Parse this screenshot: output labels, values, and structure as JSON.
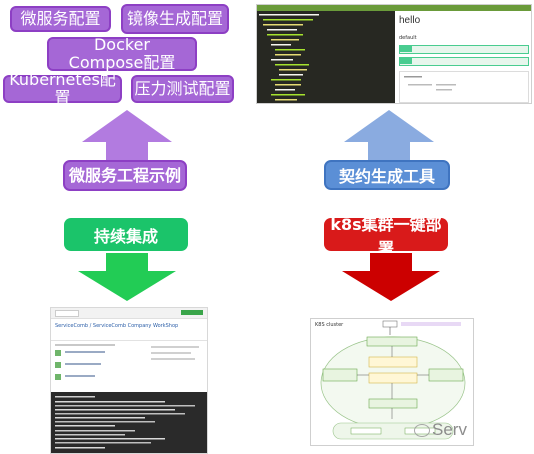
{
  "left": {
    "config_boxes": [
      {
        "label": "微服务配置"
      },
      {
        "label": "镜像生成配置"
      },
      {
        "label": "Docker Compose配置"
      },
      {
        "label": "Kubernetes配置"
      },
      {
        "label": "压力测试配置"
      }
    ],
    "source_label": "微服务工程示例",
    "ci_label": "持续集成",
    "github": {
      "repo_title": "ServiceComb / ServiceComb Company WorkShop"
    }
  },
  "right": {
    "swagger": {
      "title": "hello",
      "section": "default"
    },
    "source_label": "契约生成工具",
    "deploy_label": "k8s集群一键部署",
    "diagram_title": "K8S cluster"
  },
  "colors": {
    "purple_box": "#a567d6",
    "purple_arrow": "#b27be0",
    "blue_box": "#5b8fd6",
    "blue_arrow": "#8aabe0",
    "green_box": "#1bc46a",
    "green_arrow": "#22cc55",
    "red_box": "#d91a1a",
    "red_arrow": "#cc0000"
  },
  "watermark": {
    "text": "Serv"
  }
}
